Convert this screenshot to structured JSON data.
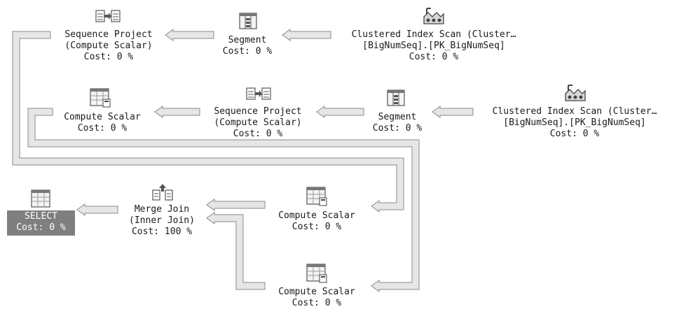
{
  "nodes": {
    "select": {
      "label": "SELECT",
      "cost": "Cost: 0 %"
    },
    "merge_join": {
      "line1": "Merge Join",
      "line2": "(Inner Join)",
      "cost": "Cost: 100 %"
    },
    "seqproj_top": {
      "line1": "Sequence Project",
      "line2": "(Compute Scalar)",
      "cost": "Cost: 0 %"
    },
    "segment_top": {
      "line1": "Segment",
      "cost": "Cost: 0 %"
    },
    "scan_top": {
      "line1": "Clustered Index Scan (Cluster…",
      "line2": "[BigNumSeq].[PK_BigNumSeq]",
      "cost": "Cost: 0 %"
    },
    "compute_mid": {
      "line1": "Compute Scalar",
      "cost": "Cost: 0 %"
    },
    "seqproj_mid": {
      "line1": "Sequence Project",
      "line2": "(Compute Scalar)",
      "cost": "Cost: 0 %"
    },
    "segment_mid": {
      "line1": "Segment",
      "cost": "Cost: 0 %"
    },
    "scan_mid": {
      "line1": "Clustered Index Scan (Cluster…",
      "line2": "[BigNumSeq].[PK_BigNumSeq]",
      "cost": "Cost: 0 %"
    },
    "compute_low1": {
      "line1": "Compute Scalar",
      "cost": "Cost: 0 %"
    },
    "compute_low2": {
      "line1": "Compute Scalar",
      "cost": "Cost: 0 %"
    }
  },
  "icons": {
    "select": "select-table-icon",
    "merge_join": "merge-join-icon",
    "seqproj": "sequence-project-icon",
    "segment": "segment-icon",
    "scan": "clustered-index-scan-icon",
    "compute": "compute-scalar-icon"
  },
  "colors": {
    "arrow_fill": "#e6e6e6",
    "arrow_stroke": "#888888",
    "select_bg": "#7f7f7f",
    "icon_dark": "#555555"
  }
}
